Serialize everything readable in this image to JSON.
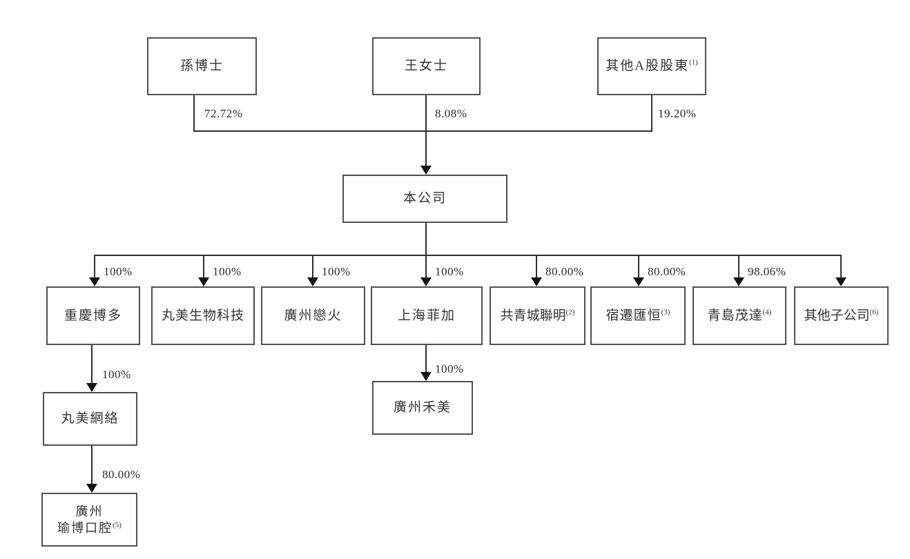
{
  "diagram": {
    "type": "shareholding-structure-chart",
    "company": {
      "label": "本公司"
    },
    "top_shareholders": [
      {
        "label": "孫博士",
        "pct": "72.72%"
      },
      {
        "label": "王女士",
        "pct": "8.08%"
      },
      {
        "label": "其他A股股東",
        "sup": "(1)",
        "pct": "19.20%"
      }
    ],
    "subsidiaries": [
      {
        "label": "重慶博多",
        "pct": "100%"
      },
      {
        "label": "丸美生物科技",
        "pct": "100%"
      },
      {
        "label": "廣州戀火",
        "pct": "100%"
      },
      {
        "label": "上海菲加",
        "pct": "100%"
      },
      {
        "label": "共青城聯明",
        "sup": "(2)",
        "pct": "80.00%"
      },
      {
        "label": "宿遷匯恒",
        "sup": "(3)",
        "pct": "80.00%"
      },
      {
        "label": "青島茂達",
        "sup": "(4)",
        "pct": "98.06%"
      },
      {
        "label": "其他子公司",
        "sup": "(6)",
        "pct": ""
      }
    ],
    "sub_subsidiaries": [
      {
        "label": "丸美網絡",
        "pct": "100%",
        "parent": "重慶博多"
      },
      {
        "label": "廣州",
        "label2": "瑜博口腔",
        "sup": "(5)",
        "pct": "80.00%",
        "parent": "丸美網絡"
      },
      {
        "label": "廣州禾美",
        "pct": "100%",
        "parent": "上海菲加"
      }
    ]
  }
}
